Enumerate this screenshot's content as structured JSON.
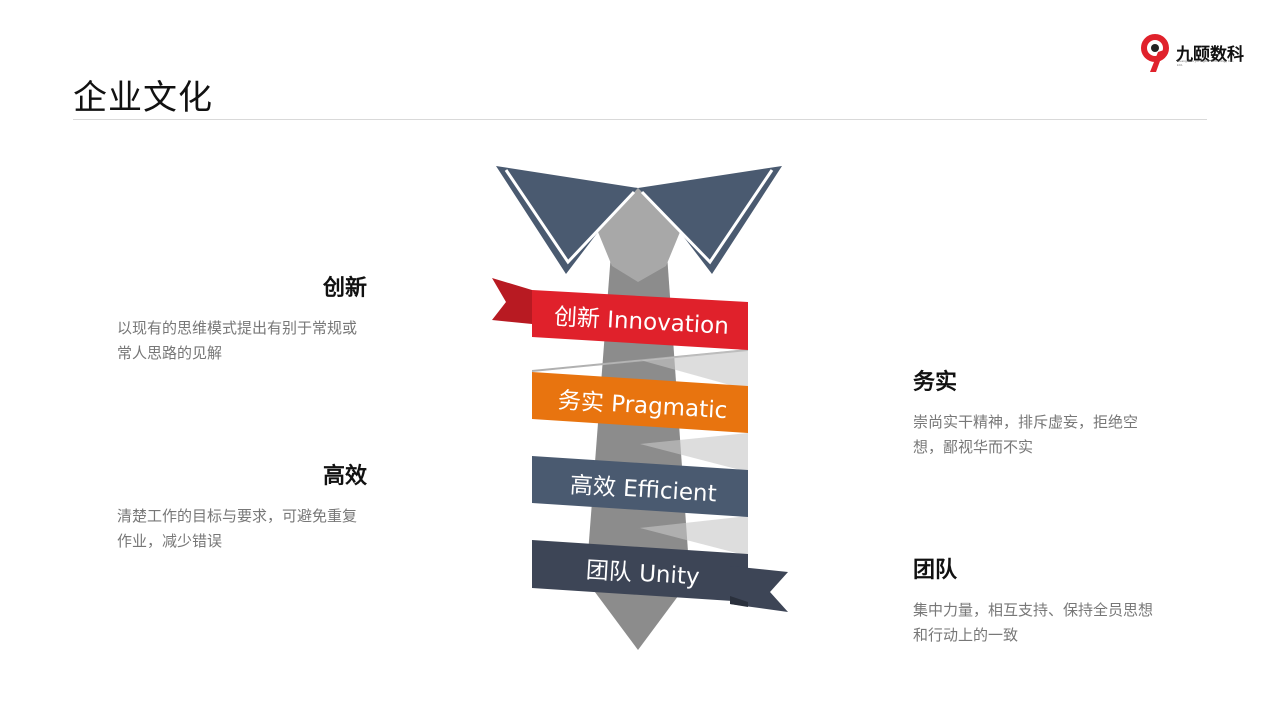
{
  "page": {
    "title": "企业文化"
  },
  "logo": {
    "name": "九颐数科",
    "subtitle": "Guangzhou Jiu Digital Technology Co., Ltd.",
    "mark_color": "#e0212b"
  },
  "colors": {
    "innovation": "#e0212b",
    "pragmatic": "#e8740f",
    "efficient": "#4a5a70",
    "unity": "#3d4556",
    "tie_collar": "#4a5a70",
    "tie_gray": "#8c8c8c"
  },
  "ribbons": [
    {
      "label": "创新 Innovation"
    },
    {
      "label": "务实 Pragmatic"
    },
    {
      "label": "高效 Efficient"
    },
    {
      "label": "团队 Unity"
    }
  ],
  "values": {
    "innovation": {
      "title": "创新",
      "desc": "以现有的思维模式提出有别于常规或常人思路的见解"
    },
    "efficient": {
      "title": "高效",
      "desc": "清楚工作的目标与要求，可避免重复作业，减少错误"
    },
    "pragmatic": {
      "title": "务实",
      "desc": "崇尚实干精神，排斥虚妄，拒绝空想，鄙视华而不实"
    },
    "unity": {
      "title": "团队",
      "desc": "集中力量，相互支持、保持全员思想和行动上的一致"
    }
  }
}
